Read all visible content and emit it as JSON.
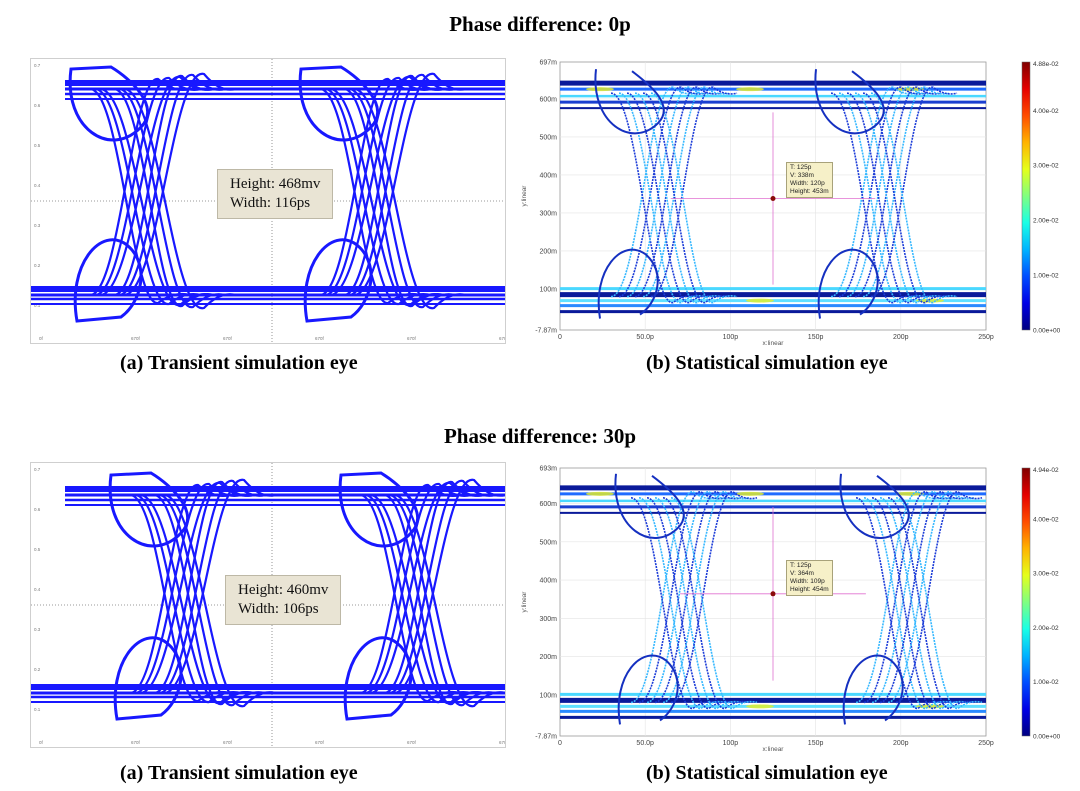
{
  "sections": [
    {
      "title": "Phase difference: 0p",
      "caption_a": "(a) Transient simulation eye",
      "caption_b": "(b) Statistical simulation eye",
      "measure": {
        "line1": "Height:  468mv",
        "line2": "Width:  116ps"
      },
      "stat_tip": [
        "T: 125p",
        "V: 338m",
        "Width: 120p",
        "Height: 453m"
      ],
      "colorbar": {
        "top": "4.88e-02",
        "ticks": [
          "4.00e-02",
          "3.00e-02",
          "2.00e-02",
          "1.00e-02",
          "0.00e+00"
        ]
      }
    },
    {
      "title": "Phase difference: 30p",
      "caption_a": "(a) Transient simulation eye",
      "caption_b": "(b) Statistical simulation eye",
      "measure": {
        "line1": "Height:  460mv",
        "line2": "Width:  106ps"
      },
      "stat_tip": [
        "T: 125p",
        "V: 364m",
        "Width: 109p",
        "Height: 454m"
      ],
      "colorbar": {
        "top": "4.94e-02",
        "ticks": [
          "4.00e-02",
          "3.00e-02",
          "2.00e-02",
          "1.00e-02",
          "0.00e+00"
        ]
      }
    }
  ],
  "chart_data": [
    {
      "type": "scatter",
      "title": "(a) Transient simulation eye",
      "phase_difference": "0p",
      "eye_height_mV": 468,
      "eye_width_ps": 116,
      "trace_color": "#1a1aff",
      "grid": true
    },
    {
      "type": "heatmap",
      "title": "(b) Statistical simulation eye",
      "phase_difference": "0p",
      "xlabel": "x:linear",
      "ylabel": "y:linear",
      "x_ticks": [
        "0",
        "50.0p",
        "100p",
        "150p",
        "200p",
        "250p"
      ],
      "y_ticks": [
        "697m",
        "600m",
        "500m",
        "400m",
        "300m",
        "200m",
        "100m",
        "-7.87m"
      ],
      "xlim": [
        0,
        250
      ],
      "ylim": [
        -7.87,
        697
      ],
      "marker": {
        "t_ps": 125,
        "v_mV": 338,
        "width_ps": 120,
        "height_mV": 453
      },
      "colorbar_range": [
        0,
        0.0488
      ],
      "grid": true
    },
    {
      "type": "scatter",
      "title": "(a) Transient simulation eye",
      "phase_difference": "30p",
      "eye_height_mV": 460,
      "eye_width_ps": 106,
      "trace_color": "#1a1aff",
      "grid": true
    },
    {
      "type": "heatmap",
      "title": "(b) Statistical simulation eye",
      "phase_difference": "30p",
      "xlabel": "x:linear",
      "ylabel": "y:linear",
      "x_ticks": [
        "0",
        "50.0p",
        "100p",
        "150p",
        "200p",
        "250p"
      ],
      "y_ticks": [
        "693m",
        "600m",
        "500m",
        "400m",
        "300m",
        "200m",
        "100m",
        "-7.87m"
      ],
      "xlim": [
        0,
        250
      ],
      "ylim": [
        -7.87,
        693
      ],
      "marker": {
        "t_ps": 125,
        "v_mV": 364,
        "width_ps": 109,
        "height_mV": 454
      },
      "colorbar_range": [
        0,
        0.0494
      ],
      "grid": true
    }
  ]
}
